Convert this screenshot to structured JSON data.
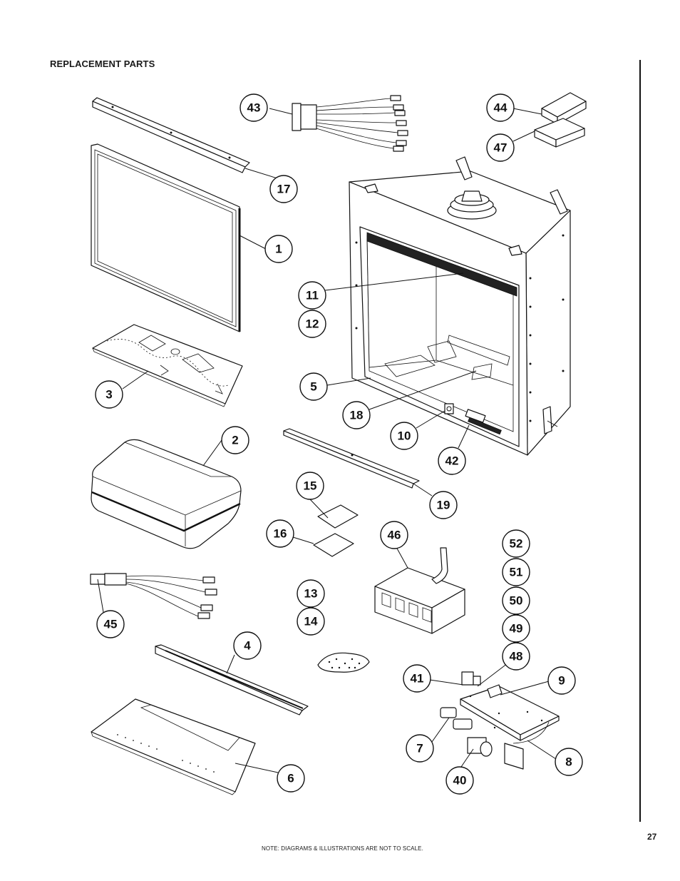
{
  "page": {
    "title": "REPLACEMENT PARTS",
    "page_number": "27",
    "footnote": "NOTE: DIAGRAMS & ILLUSTRATIONS ARE NOT TO SCALE."
  },
  "callouts": {
    "c1": "1",
    "c2": "2",
    "c3": "3",
    "c4": "4",
    "c5": "5",
    "c6": "6",
    "c7": "7",
    "c8": "8",
    "c9": "9",
    "c10": "10",
    "c11": "11",
    "c12": "12",
    "c13": "13",
    "c14": "14",
    "c15": "15",
    "c16": "16",
    "c17": "17",
    "c18": "18",
    "c19": "19",
    "c40": "40",
    "c41": "41",
    "c42": "42",
    "c43": "43",
    "c44": "44",
    "c45": "45",
    "c46": "46",
    "c47": "47",
    "c48": "48",
    "c49": "49",
    "c50": "50",
    "c51": "51",
    "c52": "52"
  }
}
